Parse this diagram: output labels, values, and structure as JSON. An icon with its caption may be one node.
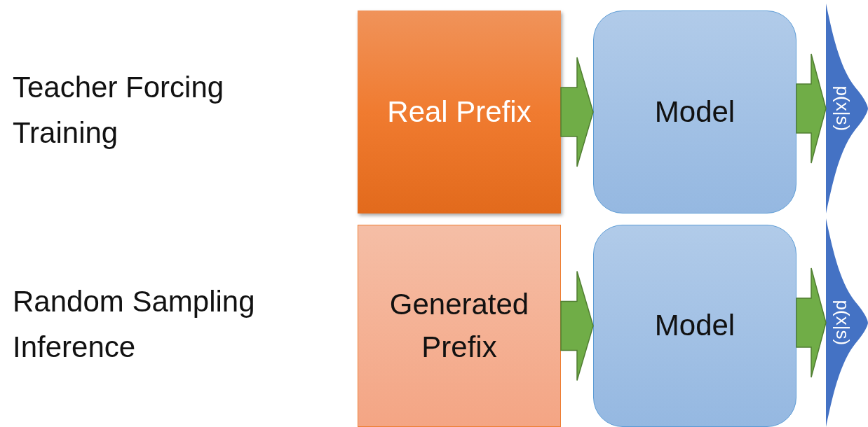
{
  "diagram": {
    "nodes": [
      {
        "text": [
          "Real Prefix"
        ]
      },
      {
        "text": [
          "Model"
        ]
      },
      {
        "text": [
          "p(x|s)"
        ]
      },
      {
        "text": [
          "Generated Prefix"
        ]
      },
      {
        "text": [
          "Model"
        ]
      },
      {
        "text": [
          "p(x|s)"
        ]
      }
    ],
    "edges": [
      {
        "from": 0,
        "to": 1,
        "arrow": "to"
      },
      {
        "from": 1,
        "to": 2,
        "arrow": "to"
      },
      {
        "from": 3,
        "to": 4,
        "arrow": "to"
      },
      {
        "from": 4,
        "to": 5,
        "arrow": "to"
      }
    ],
    "labels": [
      "Teacher Forcing Training",
      "Random Sampling Inference"
    ]
  }
}
